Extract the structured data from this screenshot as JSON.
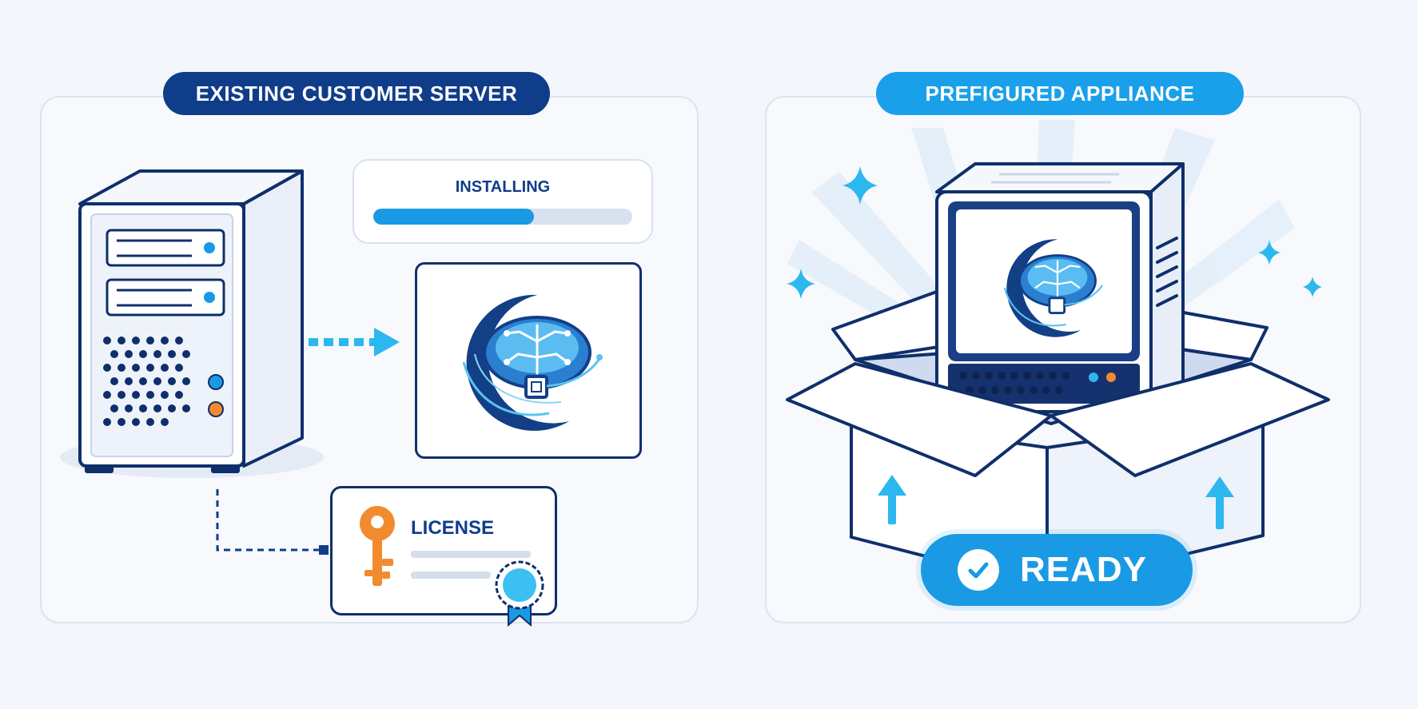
{
  "left_panel": {
    "title": "EXISTING CUSTOMER SERVER"
  },
  "install": {
    "label": "INSTALLING",
    "progress_percent": 62
  },
  "license": {
    "label": "LICENSE"
  },
  "right_panel": {
    "title": "PREFIGURED APPLIANCE"
  },
  "ready": {
    "label": "READY"
  },
  "colors": {
    "navy": "#0f3d8a",
    "dark_navy": "#0f2f6b",
    "accent_blue": "#1a9ae4",
    "sky_blue": "#2cb8ef",
    "orange": "#f28a2e",
    "panel_border": "#dbe4f1",
    "background": "#f3f6fb"
  },
  "icons": [
    "server-tower-icon",
    "dashed-arrow-icon",
    "brain-circuit-logo-icon",
    "key-icon",
    "award-ribbon-icon",
    "open-box-icon",
    "appliance-server-icon",
    "sparkle-icon",
    "up-arrow-icon",
    "check-circle-icon"
  ]
}
